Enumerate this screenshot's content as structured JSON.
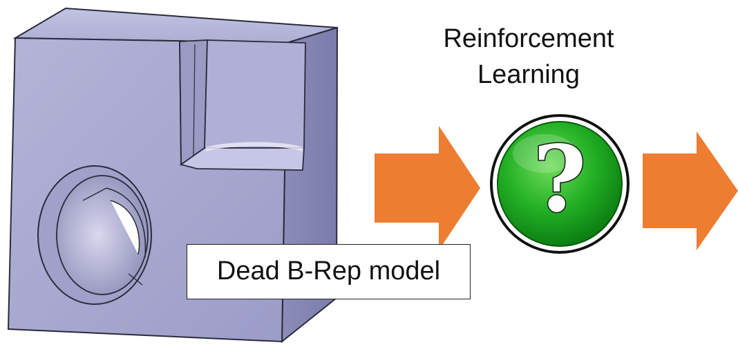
{
  "diagram": {
    "model_label": "Dead B-Rep model",
    "process_title_line1": "Reinforcement",
    "process_title_line2": "Learning",
    "process_icon": "question-mark-icon",
    "colors": {
      "part_face": "#a9a9cf",
      "part_edge": "#2a2a3a",
      "arrow": "#ed7d31",
      "icon_green": "#17a51d",
      "icon_ring": "#111111"
    }
  }
}
